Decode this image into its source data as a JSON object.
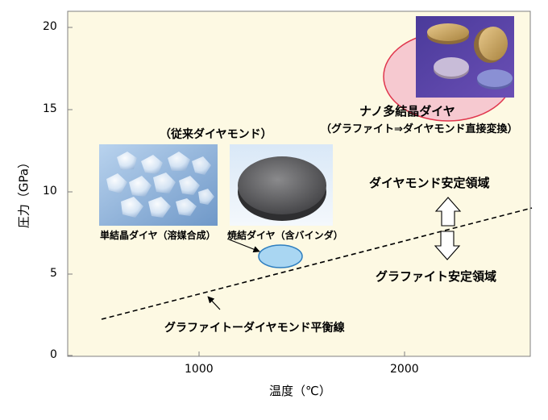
{
  "axes": {
    "ylabel": "圧力（GPa）",
    "xlabel": "温度（℃）",
    "y_ticks": [
      "0",
      "5",
      "10",
      "15",
      "20"
    ],
    "x_ticks": [
      "1000",
      "2000"
    ]
  },
  "labels": {
    "conventional_header": "（従来ダイヤモンド）",
    "single_crystal": "単結晶ダイヤ（溶媒合成）",
    "sintered": "焼結ダイヤ（含バインダ）",
    "nano_title": "ナノ多結晶ダイヤ",
    "nano_subtitle": "（グラファイト⇒ダイヤモンド直接変換）",
    "diamond_stable": "ダイヤモンド安定領域",
    "graphite_stable": "グラファイト安定領域",
    "equilibrium_line": "グラファイトーダイヤモンド平衡線"
  },
  "colors": {
    "plot_bg": "#fdf9e3",
    "nano_ellipse_fill": "#f6c9d0",
    "nano_ellipse_stroke": "#e0364d",
    "sintered_ellipse_fill": "#a9d6f2",
    "sintered_ellipse_stroke": "#2f7fc0"
  }
}
